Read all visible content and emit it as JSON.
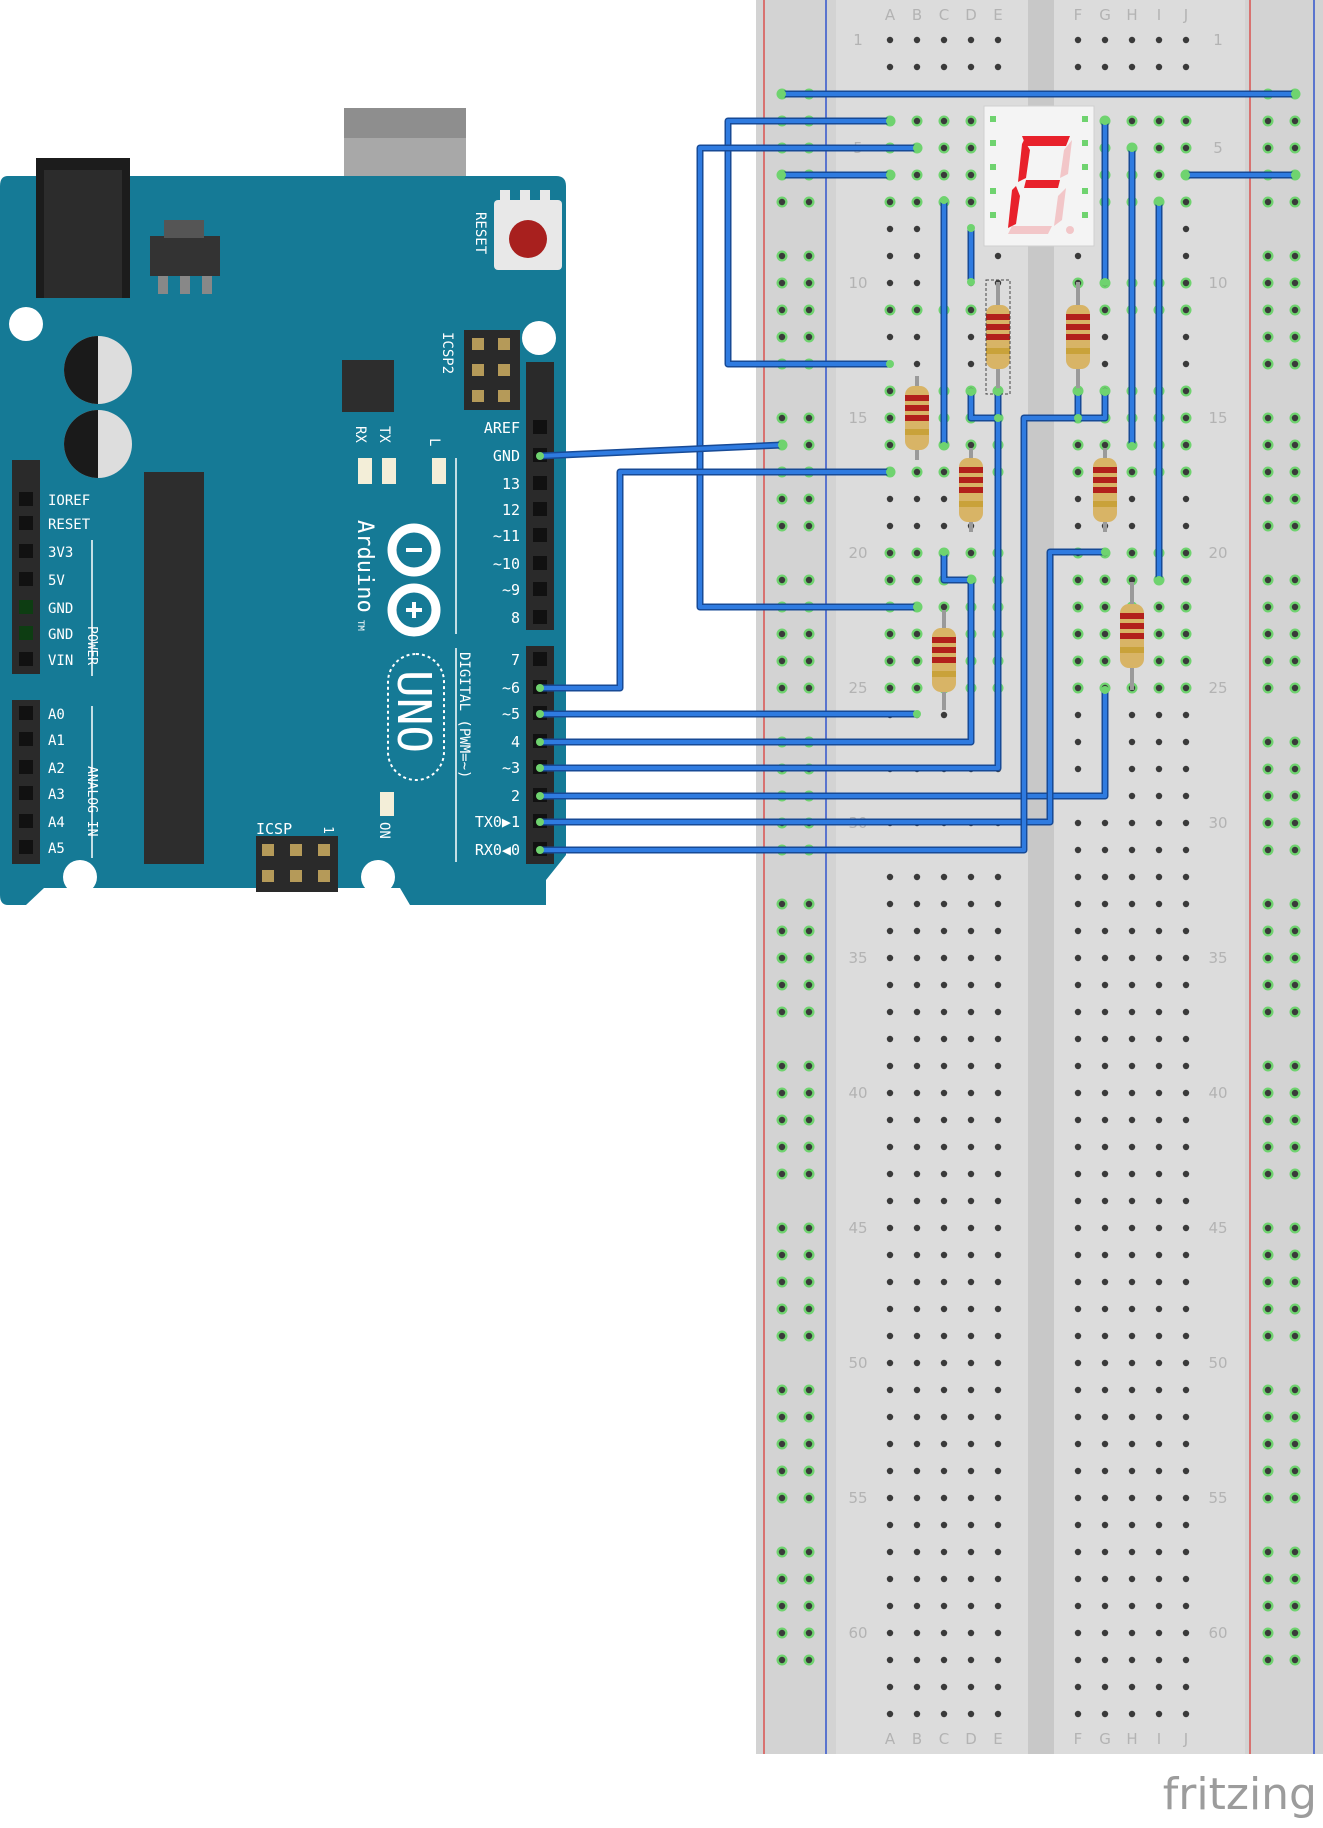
{
  "breadboard": {
    "columns_left": [
      "A",
      "B",
      "C",
      "D",
      "E"
    ],
    "columns_right": [
      "F",
      "G",
      "H",
      "I",
      "J"
    ],
    "row_numbers": [
      "1",
      "5",
      "10",
      "15",
      "20",
      "25",
      "30",
      "35",
      "40",
      "45",
      "50",
      "55",
      "60"
    ]
  },
  "arduino": {
    "brand": "Arduino",
    "model": "UNO",
    "trademark": "TM",
    "reset_label": "RESET",
    "icsp2_label": "ICSP2",
    "icsp_label": "ICSP",
    "icsp_pin1": "1",
    "on_label": "ON",
    "tx_label": "TX",
    "rx_label": "RX",
    "l_label": "L",
    "digital_label": "DIGITAL (PWM=~)",
    "power_label": "POWER",
    "analog_label": "ANALOG IN",
    "digital_pins": [
      "AREF",
      "GND",
      "13",
      "12",
      "~11",
      "~10",
      "~9",
      "8",
      "7",
      "~6",
      "~5",
      "4",
      "~3",
      "2",
      "TX0▶1",
      "RX0◀0"
    ],
    "power_pins": [
      "IOREF",
      "RESET",
      "3V3",
      "5V",
      "GND",
      "GND",
      "VIN"
    ],
    "analog_pins": [
      "A0",
      "A1",
      "A2",
      "A3",
      "A4",
      "A5"
    ]
  },
  "display": {
    "glyph": "F"
  },
  "watermark": "fritzing",
  "colors": {
    "board": "#157a96",
    "wire": "#2a6fcf",
    "wire_outline": "#174a96",
    "breadboard": "#dcdcdc",
    "rail_red": "#d9534f",
    "rail_blue": "#3355cc",
    "hole_connected": "#6fd36f",
    "segment_on": "#e8212b"
  }
}
